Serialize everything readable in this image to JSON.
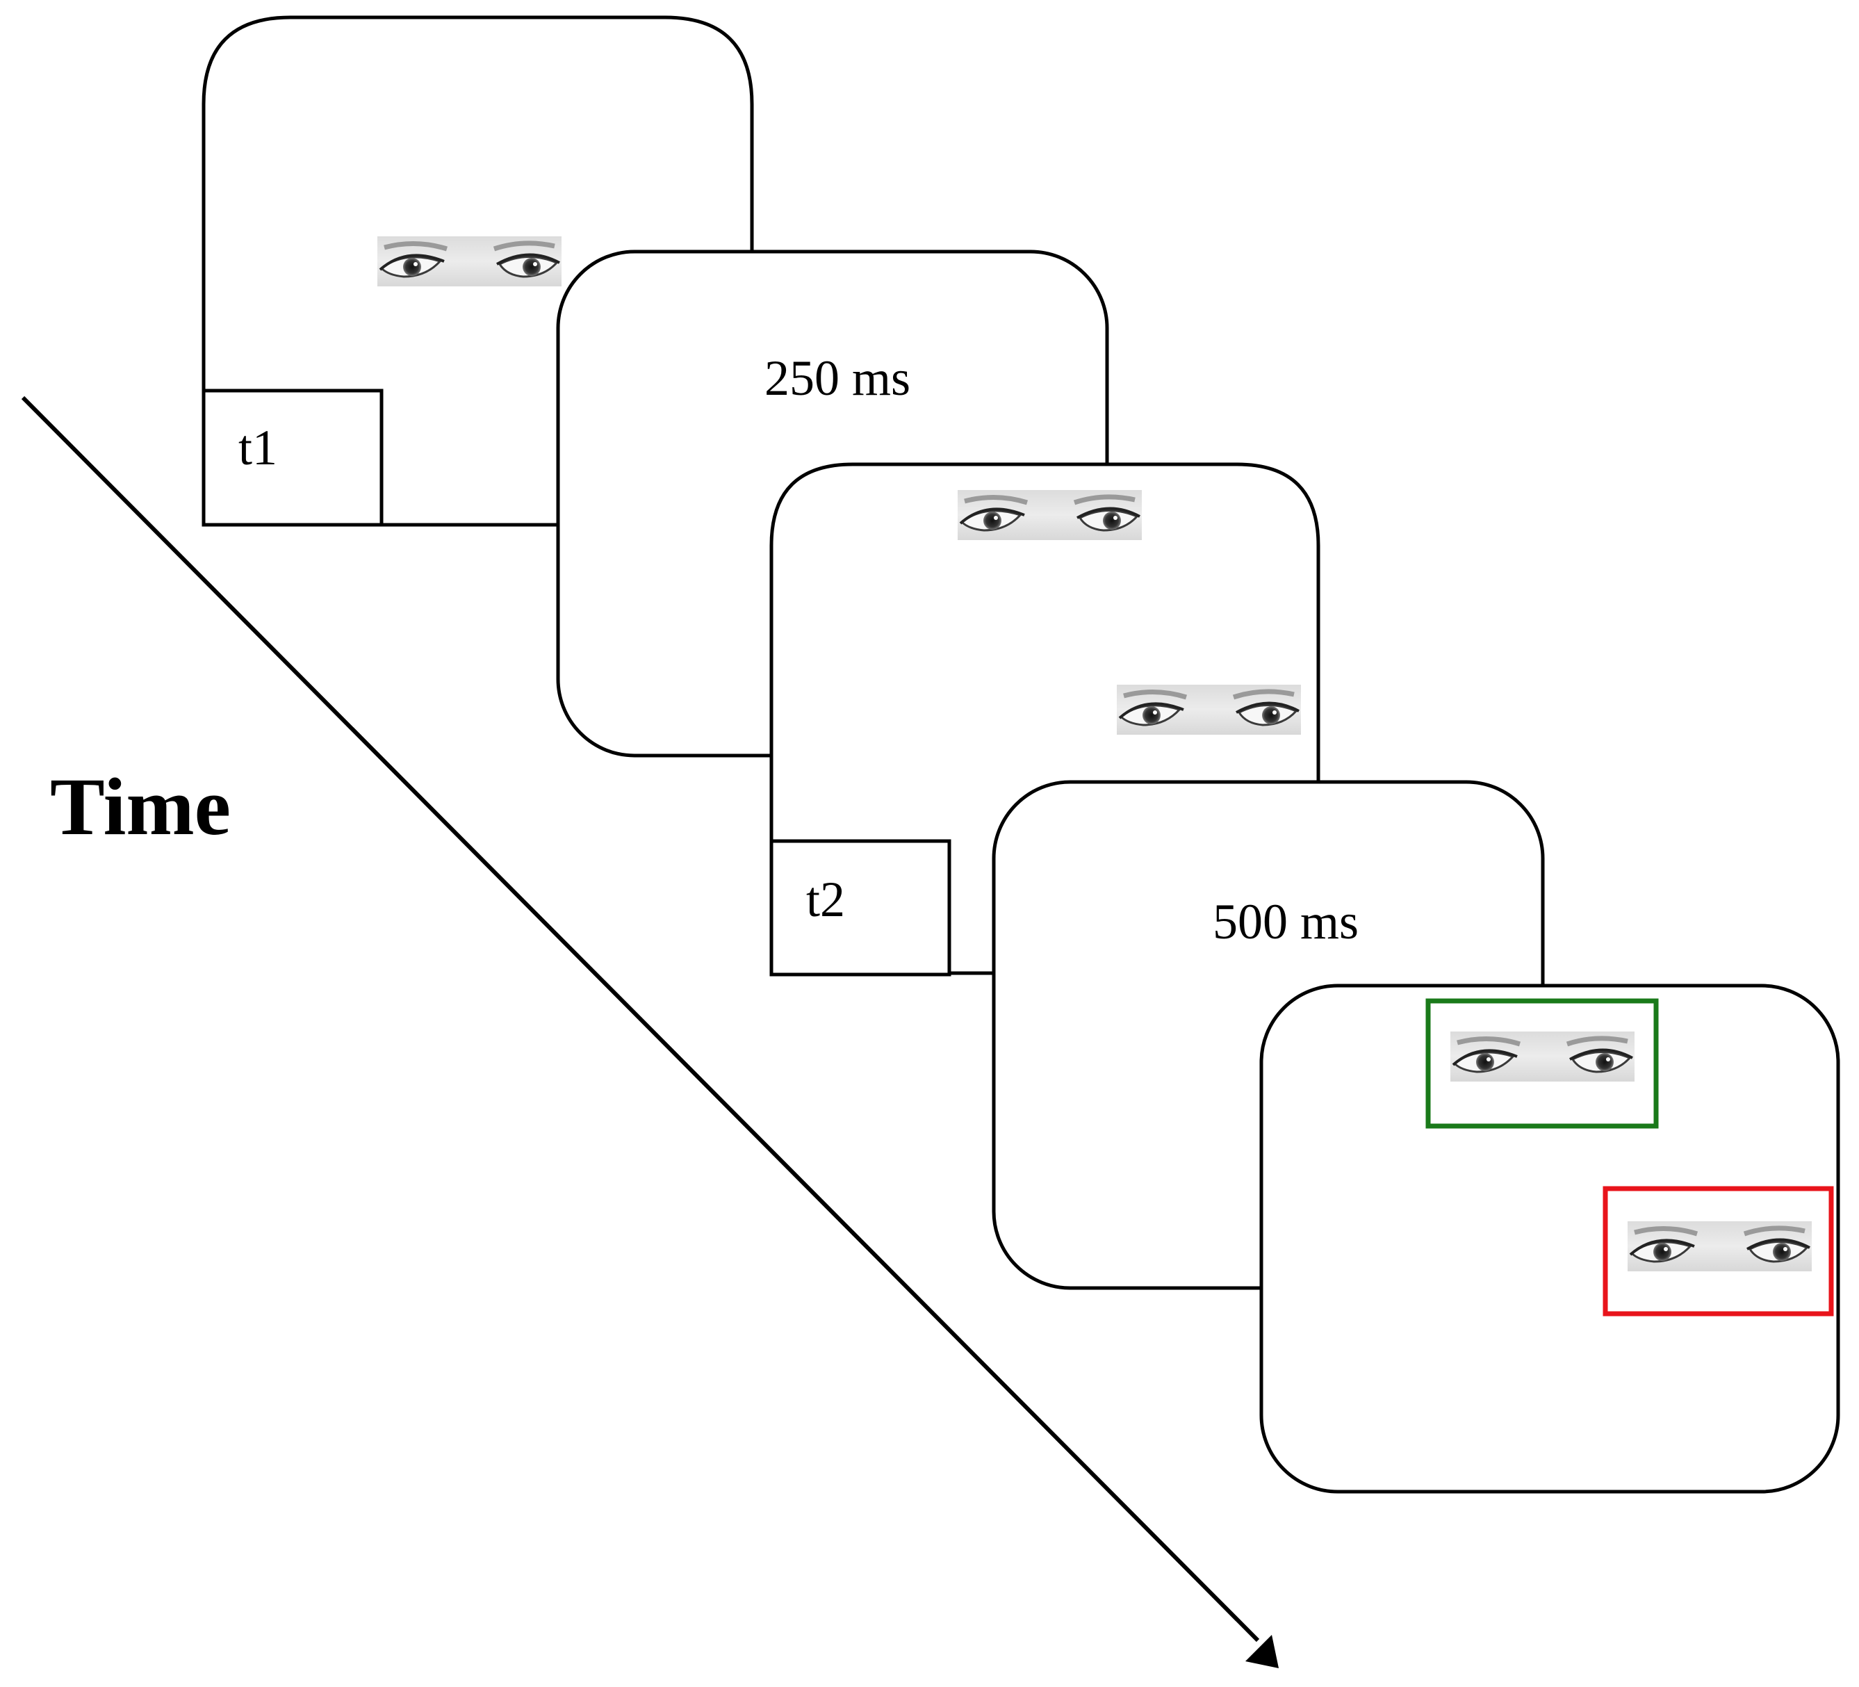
{
  "axis": {
    "label": "Time"
  },
  "frames": {
    "frame1": {
      "label": "t1"
    },
    "frame2": {
      "duration": "250 ms"
    },
    "frame3": {
      "label": "t2"
    },
    "frame4": {
      "duration": "500 ms"
    },
    "frame5": {
      "highlight_colors": {
        "top_box": "#1a7a1a",
        "right_box": "#e8141b"
      }
    }
  },
  "icons": {
    "eyes": "eyes-photo-icon",
    "arrow": "time-arrow-icon"
  }
}
